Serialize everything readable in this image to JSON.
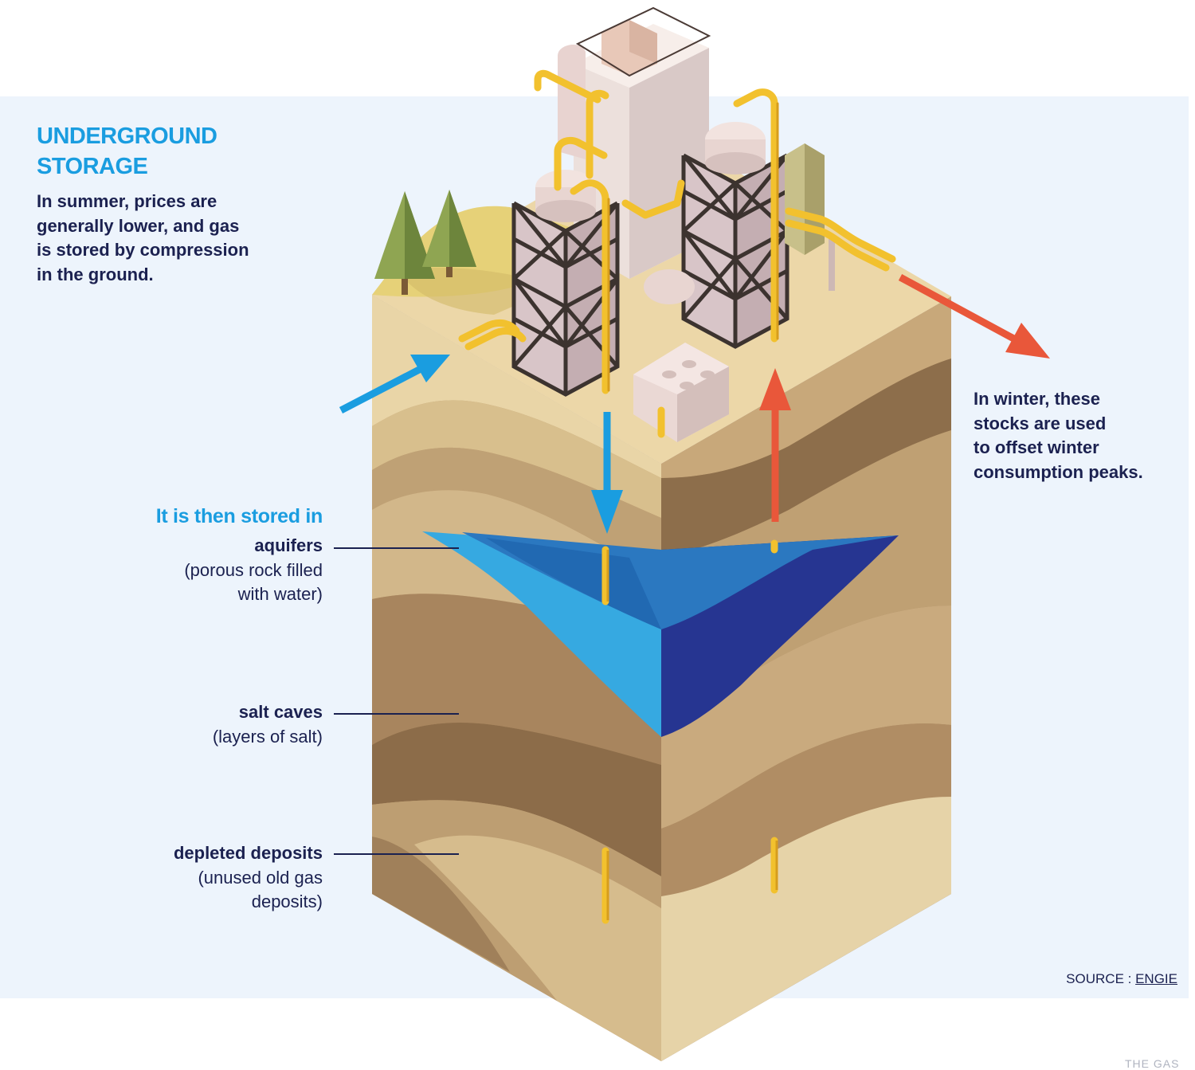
{
  "header": {
    "title_line1": "UNDERGROUND",
    "title_line2": "STORAGE",
    "intro_lines": [
      "In summer, prices are",
      "generally lower, and gas",
      "is stored by compression",
      "in the ground."
    ]
  },
  "winter_note": {
    "lines": [
      "In winter, these",
      "stocks are used",
      "to offset winter",
      "consumption peaks."
    ]
  },
  "storage": {
    "heading": "It is then stored in",
    "types": [
      {
        "name": "aquifers",
        "desc_lines": [
          "(porous rock filled",
          "with water)"
        ]
      },
      {
        "name": "salt caves",
        "desc_lines": [
          "(layers of salt)"
        ]
      },
      {
        "name": "depleted deposits",
        "desc_lines": [
          "(unused old gas",
          "deposits)"
        ]
      }
    ]
  },
  "source": {
    "prefix": "SOURCE :",
    "link": "ENGIE"
  },
  "footer_clip": "THE GAS",
  "colors": {
    "injection_arrow": "#1a9de0",
    "withdrawal_arrow": "#e9573a",
    "aquifer_light": "#36a9e1",
    "aquifer_dark": "#263591",
    "pipe": "#f2c12e",
    "panel_bg": "#edf4fc",
    "text_dark": "#1b2150",
    "title_blue": "#1a9de0"
  },
  "icons": [
    "gas-compression-plant-icon",
    "storage-tower-icon",
    "tree-icon",
    "pipeline-icon",
    "injection-arrow-icon",
    "withdrawal-arrow-icon"
  ]
}
